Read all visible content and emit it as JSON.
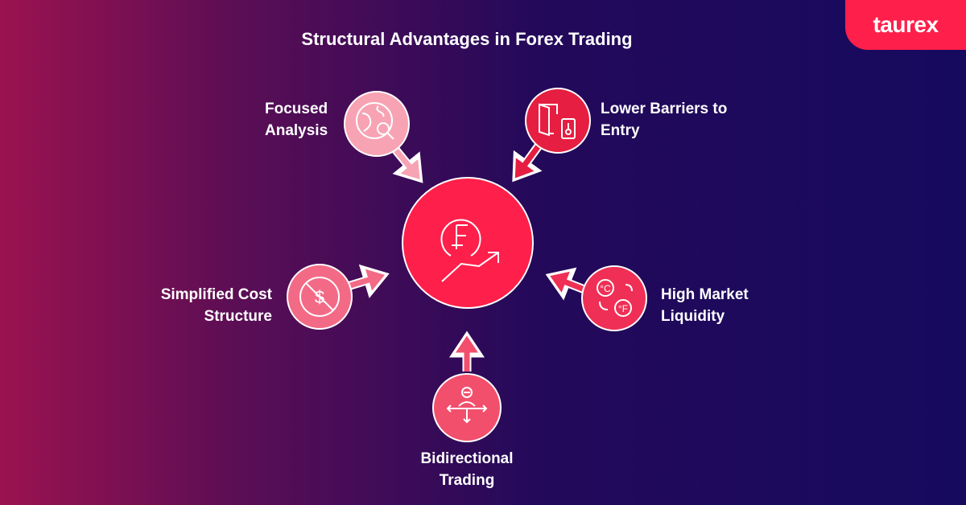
{
  "title": "Structural Advantages in Forex Trading",
  "logo": "taurex",
  "center": {
    "icon": "franc-growth-icon",
    "color": "#ff1f4b"
  },
  "items": [
    {
      "line1": "Focused",
      "line2": "Analysis",
      "icon": "globe-search-icon",
      "color": "#f7a3b4"
    },
    {
      "line1": "Lower Barriers to",
      "line2": "Entry",
      "icon": "door-key-icon",
      "color": "#e61e41"
    },
    {
      "line1": "Simplified Cost",
      "line2": "Structure",
      "icon": "no-dollar-icon",
      "color": "#f36a86"
    },
    {
      "line1": "High Market",
      "line2": "Liquidity",
      "icon": "currency-exchange-icon",
      "color": "#ef2f56"
    },
    {
      "line1": "Bidirectional",
      "line2": "Trading",
      "icon": "person-arrows-icon",
      "color": "#f24f6d"
    }
  ]
}
